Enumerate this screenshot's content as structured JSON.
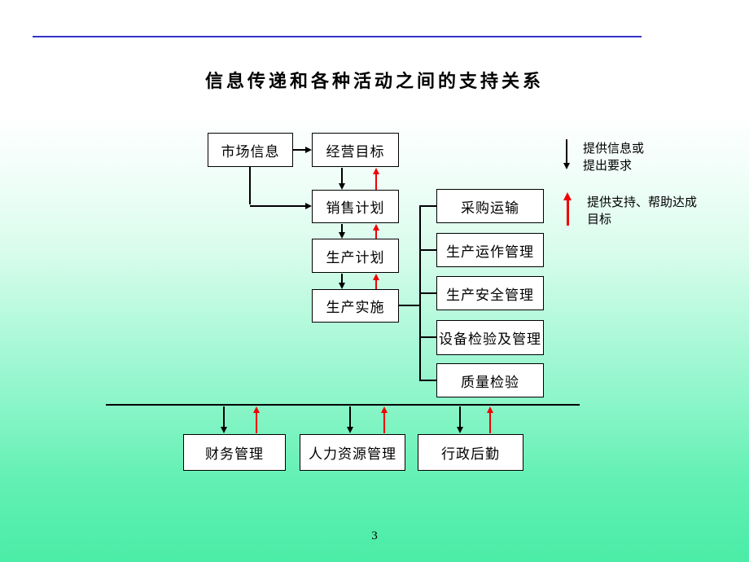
{
  "slide": {
    "title": "信息传递和各种活动之间的支持关系",
    "page_number": "3"
  },
  "nodes": {
    "market_info": "市场信息",
    "business_goal": "经营目标",
    "sales_plan": "销售计划",
    "production_plan": "生产计划",
    "production_impl": "生产实施",
    "procurement_transport": "采购运输",
    "production_operations": "生产运作管理",
    "production_safety": "生产安全管理",
    "equipment_inspection": "设备检验及管理",
    "quality_inspection": "质量检验",
    "finance_mgmt": "财务管理",
    "hr_mgmt": "人力资源管理",
    "admin_logistics": "行政后勤"
  },
  "legend": {
    "down_line1": "提供信息或",
    "down_line2": "提出要求",
    "up_line1": "提供支持、帮助达成",
    "up_line2": "目标"
  },
  "colors": {
    "request_arrow": "#000000",
    "support_arrow": "#f00000",
    "header_rule": "#3333cc",
    "box_fill": "#ffffff",
    "background_bottom": "#4aeca6"
  }
}
